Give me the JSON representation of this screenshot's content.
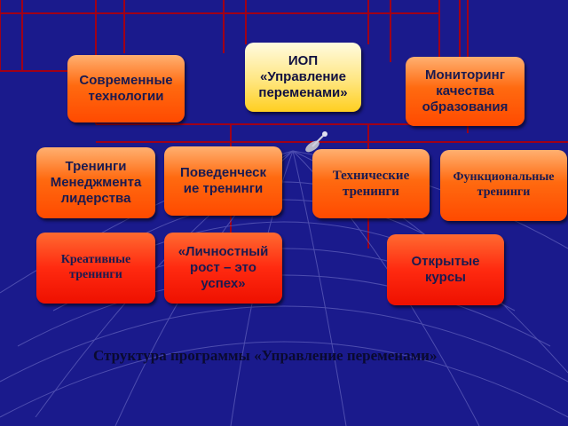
{
  "nodes": {
    "iop": "ИОП\n«Управление\nпеременами»",
    "modern_tech": "Современные\nтехнологии",
    "monitoring": "Мониторинг\nкачества\nобразования",
    "management": "Тренинги\nМенеджмента\nлидерства",
    "behavioral": "Поведенческ\nие тренинги",
    "technical": "Технические\nтренинги",
    "functional": "Функциональные\nтренинги",
    "creative": "Креативные\nтренинги",
    "personal_growth": "«Личностный\nрост – это\nуспех»",
    "open_courses": "Открытые\nкурсы"
  },
  "caption": "Структура программы «Управление переменами»",
  "colors": {
    "background": "#1a1a8c",
    "grid_lines": "#a00018",
    "orange_box": "#ff6a10",
    "red_box": "#ff2a10",
    "yellow_box": "#ffe680",
    "text": "#1a1a50"
  }
}
